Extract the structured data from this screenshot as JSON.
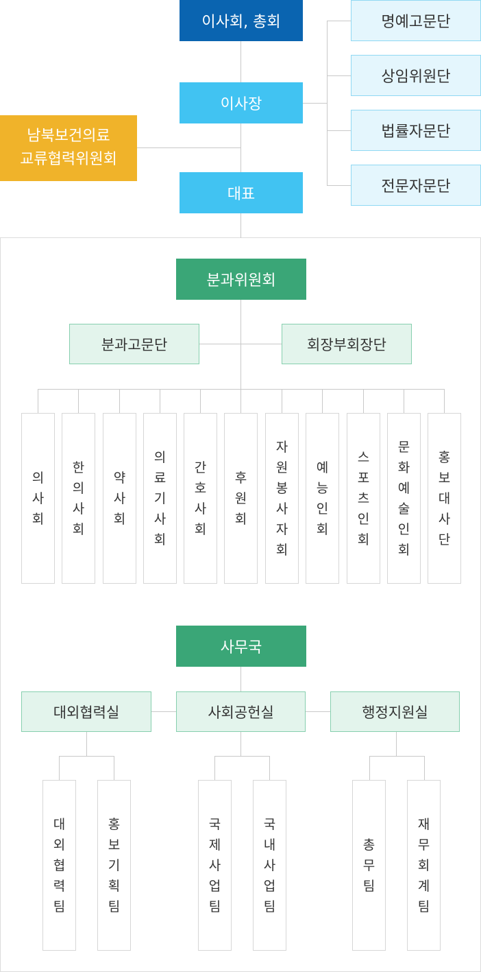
{
  "top": {
    "board": "이사회, 총회",
    "chairman": "이사장",
    "ceo": "대표",
    "committee": "남북보건의료\n교류협력위원회"
  },
  "advisory": [
    "명예고문단",
    "상임위원단",
    "법률자문단",
    "전문자문단"
  ],
  "division": {
    "title": "분과위원회",
    "left": "분과고문단",
    "right": "회장부회장단",
    "units": [
      "의사회",
      "한의사회",
      "약사회",
      "의료기사회",
      "간호사회",
      "후원회",
      "자원봉사자회",
      "예능인회",
      "스포츠인회",
      "문화예술인회",
      "홍보대사단"
    ]
  },
  "secretariat": {
    "title": "사무국",
    "offices": [
      {
        "name": "대외협력실",
        "teams": [
          "대외협력팀",
          "홍보기획팀"
        ]
      },
      {
        "name": "사회공헌실",
        "teams": [
          "국제사업팀",
          "국내사업팀"
        ]
      },
      {
        "name": "행정지원실",
        "teams": [
          "총무팀",
          "재무회계팀"
        ]
      }
    ]
  },
  "colors": {
    "navy": "#0a64b0",
    "sky": "#41c3f2",
    "amber": "#f0b32a",
    "green": "#3aa677",
    "mint": "#e3f4ec",
    "pale_blue": "#e4f6fd"
  }
}
